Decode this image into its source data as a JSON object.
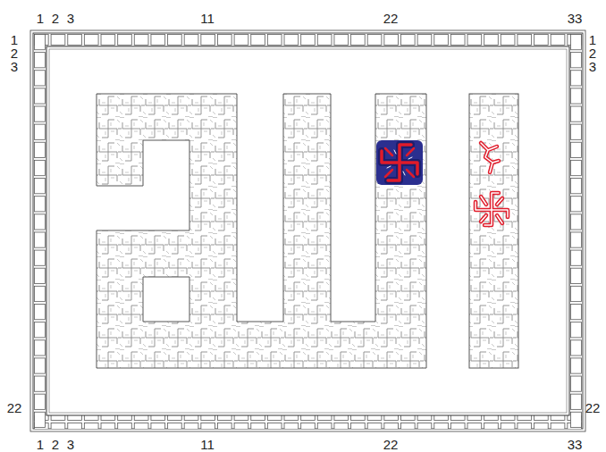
{
  "diagram": {
    "labels": [
      "1",
      "2",
      "3",
      "11",
      "22",
      "33",
      "1",
      "2",
      "3",
      "22",
      "1",
      "2",
      "3",
      "22",
      "1",
      "2",
      "3",
      "11",
      "22",
      "33"
    ]
  }
}
